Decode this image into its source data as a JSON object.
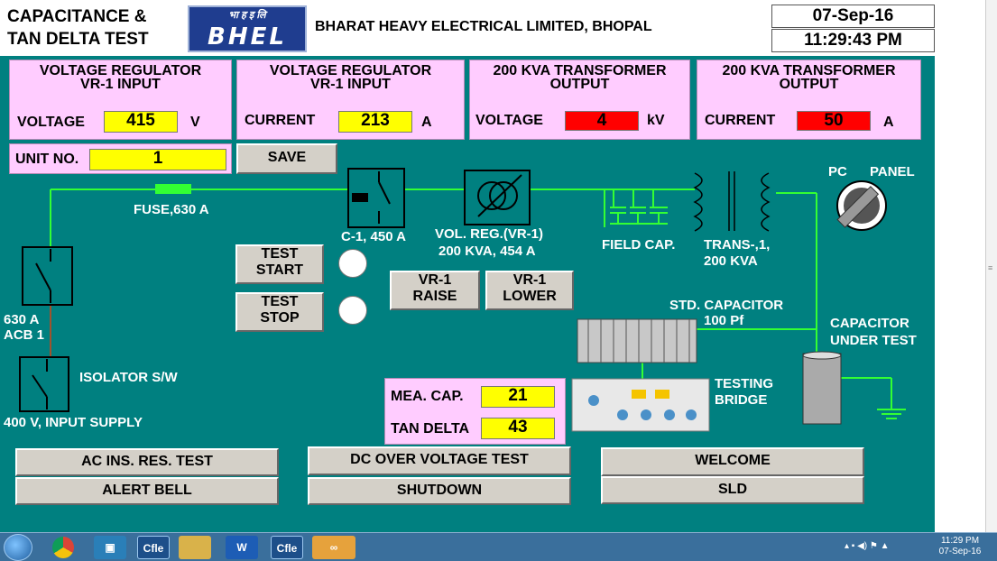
{
  "header": {
    "title_line1": "CAPACITANCE &",
    "title_line2": "TAN DELTA TEST",
    "logo_hindi": "भा ह इ लि",
    "logo_main": "BHEL",
    "company": "BHARAT HEAVY ELECTRICAL LIMITED,  BHOPAL",
    "date": "07-Sep-16",
    "time": "11:29:43 PM"
  },
  "readings": {
    "vr_voltage": {
      "title1": "VOLTAGE REGULATOR",
      "title2": "VR-1 INPUT",
      "label": "VOLTAGE",
      "value": "415",
      "unit": "V"
    },
    "vr_current": {
      "title1": "VOLTAGE REGULATOR",
      "title2": "VR-1 INPUT",
      "label": "CURRENT",
      "value": "213",
      "unit": "A"
    },
    "tr_voltage": {
      "title1": "200 KVA TRANSFORMER",
      "title2": "OUTPUT",
      "label": "VOLTAGE",
      "value": "4",
      "unit": "kV"
    },
    "tr_current": {
      "title1": "200 KVA TRANSFORMER",
      "title2": "OUTPUT",
      "label": "CURRENT",
      "value": "50",
      "unit": "A"
    }
  },
  "unit": {
    "label": "UNIT NO.",
    "value": "1"
  },
  "buttons": {
    "save": "SAVE",
    "test_start_1": "TEST",
    "test_start_2": "START",
    "test_stop_1": "TEST",
    "test_stop_2": "STOP",
    "vr_raise_1": "VR-1",
    "vr_raise_2": "RAISE",
    "vr_lower_1": "VR-1",
    "vr_lower_2": "LOWER",
    "ac_ins": "AC INS. RES. TEST",
    "alert_bell": "ALERT BELL",
    "dc_over": "DC OVER VOLTAGE TEST",
    "shutdown": "SHUTDOWN",
    "welcome": "WELCOME",
    "sld": "SLD"
  },
  "diagram": {
    "fuse": "FUSE,630 A",
    "c1": "C-1, 450 A",
    "volreg_1": "VOL. REG.(VR-1)",
    "volreg_2": "200 KVA, 454 A",
    "field_cap": "FIELD CAP.",
    "trans_1": "TRANS-,1,",
    "trans_2": "200 KVA",
    "pc": "PC",
    "panel": "PANEL",
    "acb_1": "630 A",
    "acb_2": "ACB 1",
    "isolator": "ISOLATOR S/W",
    "input_supply": "400 V, INPUT SUPPLY",
    "std_cap_1": "STD. CAPACITOR",
    "std_cap_2": "100 Pf",
    "cut_1": "CAPACITOR",
    "cut_2": "UNDER TEST",
    "bridge_1": "TESTING",
    "bridge_2": "BRIDGE"
  },
  "measure": {
    "mea_cap_label": "MEA. CAP.",
    "mea_cap_value": "21",
    "tan_delta_label": "TAN DELTA",
    "tan_delta_value": "43"
  },
  "taskbar": {
    "items": [
      "start-orb",
      "chrome",
      "app",
      "Cfle ES",
      "explorer",
      "word",
      "Cfle RI",
      "infinity"
    ],
    "cfle_es": "Cfle",
    "cfle_ri": "Cfle",
    "clock_time": "11:29 PM",
    "clock_date": "07-Sep-16"
  },
  "colors": {
    "panel": "#008080",
    "wire": "#33ff33",
    "yellow": "#ffff00",
    "red": "#ff0000",
    "pink": "#ffccff"
  }
}
